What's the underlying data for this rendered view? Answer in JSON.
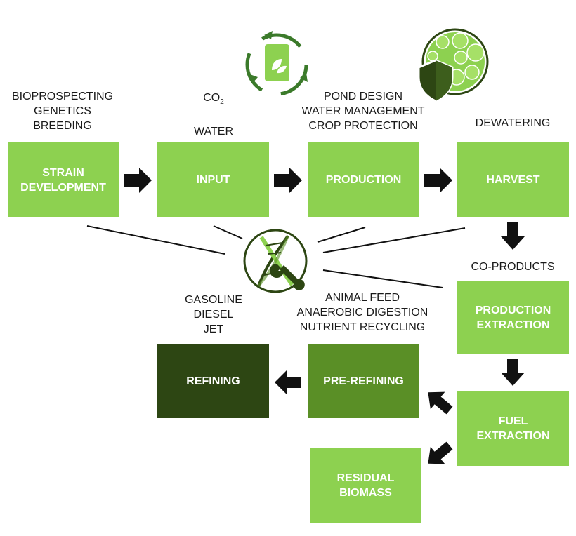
{
  "labels": {
    "strain_inputs": "BIOPROSPECTING\nGENETICS\nBREEDING",
    "input_inputs": {
      "co2_main": "CO",
      "co2_sub": "2",
      "rest": "WATER\nNUTRIENTS\nSUNLIGHT"
    },
    "production_inputs": "POND DESIGN\nWATER MANAGEMENT\nCROP PROTECTION",
    "harvest_inputs": "DEWATERING",
    "extraction_inputs": "CO-PRODUCTS",
    "refining_outputs": "GASOLINE\nDIESEL\nJET",
    "prerefining_outputs": "ANIMAL FEED\nANAEROBIC DIGESTION\nNUTRIENT RECYCLING"
  },
  "boxes": {
    "strain_development": "STRAIN\nDEVELOPMENT",
    "input": "INPUT",
    "production": "PRODUCTION",
    "harvest": "HARVEST",
    "production_extraction": "PRODUCTION\nEXTRACTION",
    "fuel_extraction": "FUEL\nEXTRACTION",
    "pre_refining": "PRE-REFINING",
    "refining": "REFINING",
    "residual_biomass": "RESIDUAL\nBIOMASS"
  },
  "colors": {
    "light_green": "#8dd150",
    "mid_green": "#5a8f26",
    "dark_green": "#2d4613",
    "icon_green": "#3b7a2a",
    "arrow": "#111111"
  },
  "icons": [
    "recycle-bag-icon",
    "shield-cells-icon",
    "dna-wrench-icon"
  ]
}
